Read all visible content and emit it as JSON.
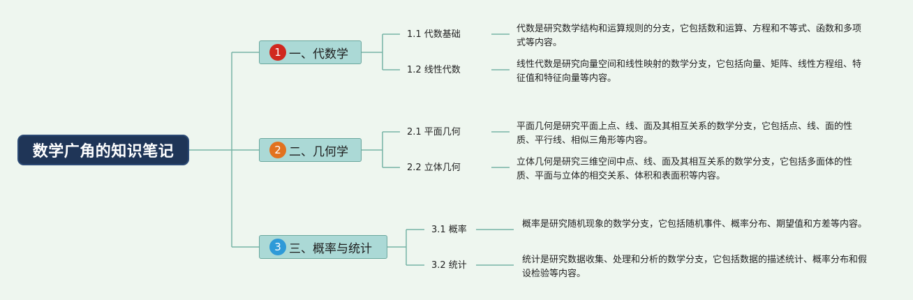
{
  "root": {
    "title": "数学广角的知识笔记"
  },
  "colors": {
    "badge_1": "#d0281f",
    "badge_2": "#e2721f",
    "badge_3": "#2e9ad8",
    "connector": "#76b3a6"
  },
  "branches": [
    {
      "badge": "1",
      "label": "一、代数学",
      "children": [
        {
          "label": "1.1 代数基础",
          "desc": "代数是研究数学结构和运算规则的分支，它包括数和运算、方程和不等式、函数和多项式等内容。"
        },
        {
          "label": "1.2 线性代数",
          "desc": "线性代数是研究向量空间和线性映射的数学分支，它包括向量、矩阵、线性方程组、特征值和特征向量等内容。"
        }
      ]
    },
    {
      "badge": "2",
      "label": "二、几何学",
      "children": [
        {
          "label": "2.1 平面几何",
          "desc": "平面几何是研究平面上点、线、面及其相互关系的数学分支，它包括点、线、面的性质、平行线、相似三角形等内容。"
        },
        {
          "label": "2.2 立体几何",
          "desc": "立体几何是研究三维空间中点、线、面及其相互关系的数学分支，它包括多面体的性质、平面与立体的相交关系、体积和表面积等内容。"
        }
      ]
    },
    {
      "badge": "3",
      "label": "三、概率与统计",
      "children": [
        {
          "label": "3.1 概率",
          "desc": "概率是研究随机现象的数学分支，它包括随机事件、概率分布、期望值和方差等内容。"
        },
        {
          "label": "3.2 统计",
          "desc": "统计是研究数据收集、处理和分析的数学分支，它包括数据的描述统计、概率分布和假设检验等内容。"
        }
      ]
    }
  ]
}
